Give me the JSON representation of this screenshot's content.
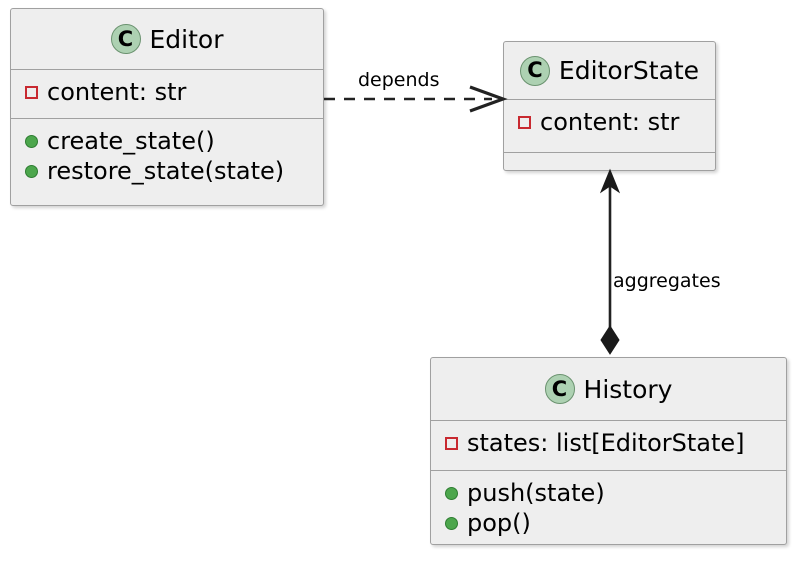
{
  "diagram": {
    "type": "uml-class-diagram",
    "background": "#FFFFFF",
    "class_fill": "#EEEEEE",
    "class_border": "#A0A0A0",
    "badge_fill": "#ADD1B2",
    "field_marker_color": "#C82930",
    "method_marker_color": "#4CA64C",
    "badge_letter": "C"
  },
  "classes": [
    {
      "name": "Editor",
      "badge": "C",
      "fields": [
        {
          "marker": "private-field-icon",
          "text": "content: str"
        }
      ],
      "methods": [
        {
          "marker": "public-method-icon",
          "text": "create_state()"
        },
        {
          "marker": "public-method-icon",
          "text": "restore_state(state)"
        }
      ]
    },
    {
      "name": "EditorState",
      "badge": "C",
      "fields": [
        {
          "marker": "private-field-icon",
          "text": "content: str"
        }
      ],
      "methods": []
    },
    {
      "name": "History",
      "badge": "C",
      "fields": [
        {
          "marker": "private-field-icon",
          "text": "states: list[EditorState]"
        }
      ],
      "methods": [
        {
          "marker": "public-method-icon",
          "text": "push(state)"
        },
        {
          "marker": "public-method-icon",
          "text": "pop()"
        }
      ]
    }
  ],
  "relationships": [
    {
      "label": "depends",
      "from": "Editor",
      "to": "EditorState",
      "style": "dashed",
      "arrow": "open-arrow"
    },
    {
      "label": "aggregates",
      "from": "History",
      "to": "EditorState",
      "style": "solid",
      "arrow": "filled-arrow",
      "source_decoration": "filled-diamond"
    }
  ]
}
